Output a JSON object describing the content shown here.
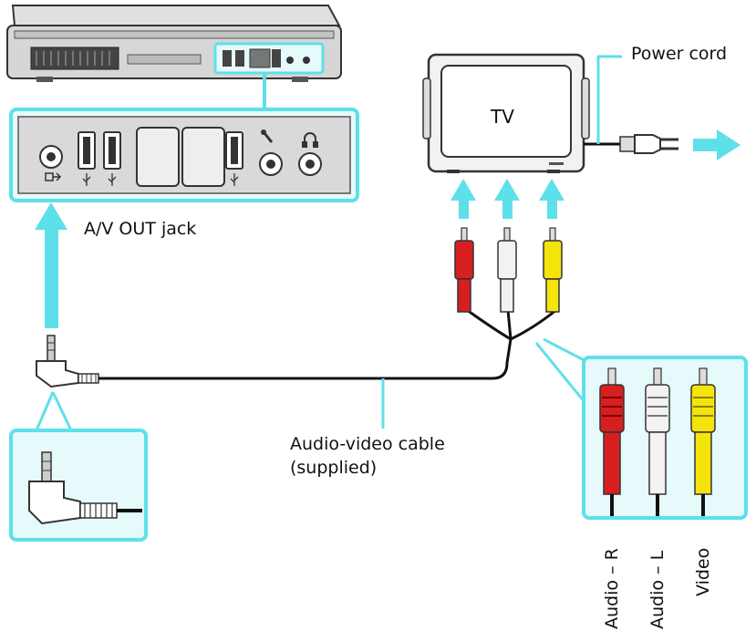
{
  "labels": {
    "tv": "TV",
    "power_cord": "Power cord",
    "av_out_jack": "A/V OUT jack",
    "cable_line1": "Audio-video cable",
    "cable_line2": "(supplied)",
    "audio_r": "Audio – R",
    "audio_l": "Audio – L",
    "video": "Video"
  },
  "colors": {
    "accent": "#5ee0ea",
    "callout_fill": "#e6f9fb",
    "red_plug": "#d81f1f",
    "white_plug": "#f2f2f2",
    "yellow_plug": "#f4e40c",
    "panel": "#d9d9d9"
  },
  "icons": [
    "usb-icon",
    "av-out-icon",
    "microphone-icon",
    "headphone-icon",
    "arrow-icon"
  ]
}
